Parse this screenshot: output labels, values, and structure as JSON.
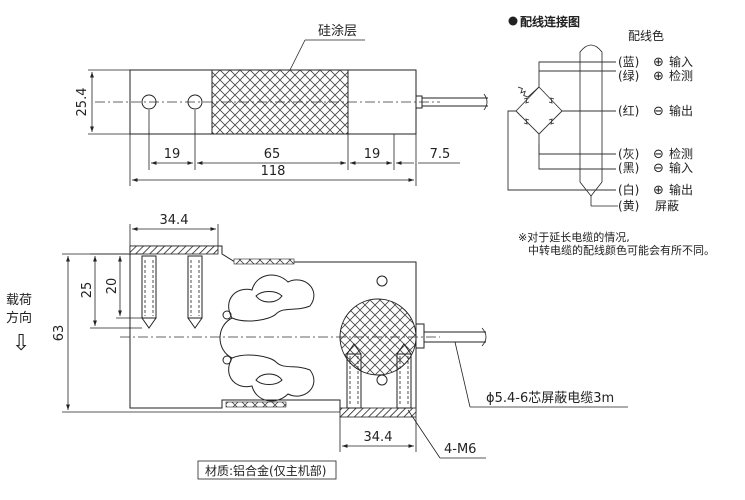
{
  "top_view": {
    "coating_label": "硅涂层",
    "dims": {
      "height": "25.4",
      "seg1": "19",
      "seg2": "65",
      "seg3": "19",
      "seg4": "7.5",
      "total": "118"
    }
  },
  "wiring": {
    "title": "配线连接图",
    "color_header": "配线色",
    "rows": [
      {
        "color": "(蓝)",
        "sign": "⊕",
        "function": "输入"
      },
      {
        "color": "(绿)",
        "sign": "⊕",
        "function": "检测"
      },
      {
        "color": "(红)",
        "sign": "⊖",
        "function": "输出"
      },
      {
        "color": "(灰)",
        "sign": "⊖",
        "function": "检测"
      },
      {
        "color": "(黑)",
        "sign": "⊖",
        "function": "输入"
      },
      {
        "color": "(白)",
        "sign": "⊕",
        "function": "输出"
      },
      {
        "color": "(黄)",
        "sign": "",
        "function": "屏蔽"
      }
    ],
    "note_line1": "※对于延长电缆的情况,",
    "note_line2": "中转电缆的配线颜色可能会有所不同。"
  },
  "front_view": {
    "load_dir_line1": "载荷",
    "load_dir_line2": "方向",
    "arrow_symbol": "⇩",
    "dims": {
      "top_width": "34.4",
      "d25": "25",
      "d20": "20",
      "d63": "63",
      "bottom_width": "34.4"
    },
    "cable_label": "ϕ5.4-6芯屏蔽电缆3m",
    "thread_label": "4-M6",
    "material_label": "材质:铝合金(仅主机部)"
  }
}
